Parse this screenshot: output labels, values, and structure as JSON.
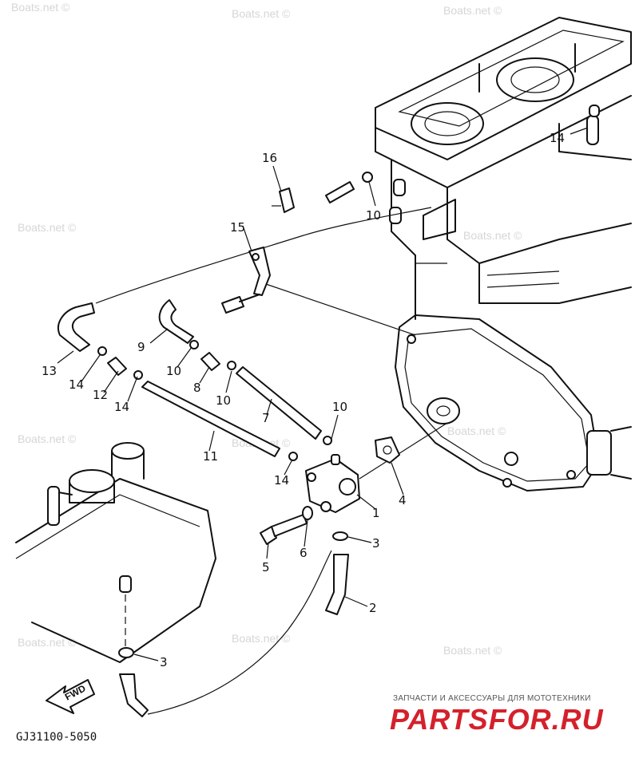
{
  "watermark": "Boats.net ©",
  "callouts": {
    "p1": "1",
    "p2": "2",
    "p3a": "3",
    "p3b": "3",
    "p4": "4",
    "p5": "5",
    "p6": "6",
    "p7": "7",
    "p8": "8",
    "p9": "9",
    "p10a": "10",
    "p10b": "10",
    "p10c": "10",
    "p10d": "10",
    "p11": "11",
    "p12": "12",
    "p13": "13",
    "p14a": "14",
    "p14b": "14",
    "p14c": "14",
    "p14d": "14",
    "p15": "15",
    "p16": "16"
  },
  "fwd_label": "FWD",
  "diagram_code": "GJ31100-5050",
  "brand": {
    "tagline": "ЗАПЧАСТИ И АКСЕССУАРЫ ДЛЯ МОТОТЕХНИКИ",
    "name": "PARTSFOR.RU",
    "color": "#d4212b"
  }
}
